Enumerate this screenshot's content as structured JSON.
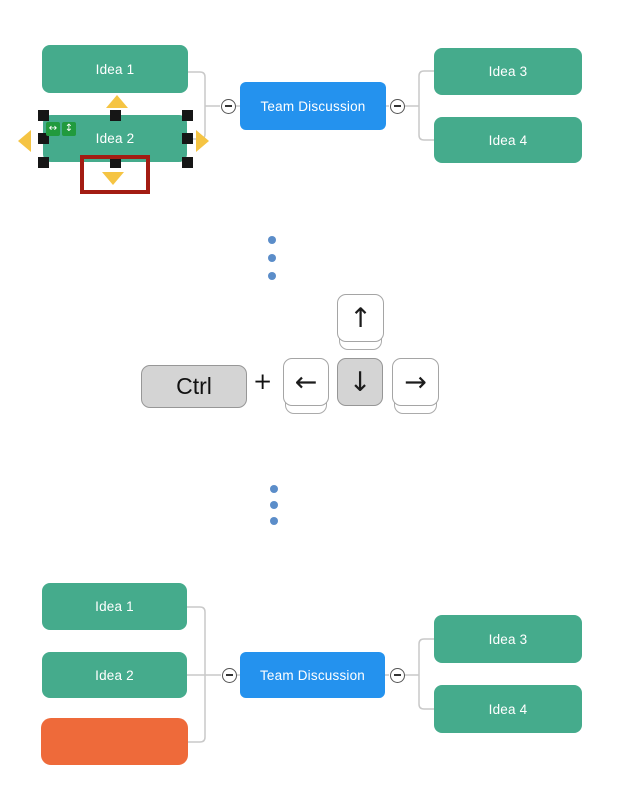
{
  "colors": {
    "node_green": "#45ab8c",
    "node_blue": "#2492ee",
    "node_orange": "#ee6a3a",
    "arrow_yellow": "#f5c443",
    "badge_green": "#219a3d",
    "highlight_red": "#a31c12",
    "dot_blue": "#5b8dc9",
    "key_gray": "#d4d4d4",
    "connector_gray": "#c9c9c9"
  },
  "top_map": {
    "idea1": "Idea 1",
    "idea2": "Idea 2",
    "center": "Team Discussion",
    "idea3": "Idea 3",
    "idea4": "Idea 4",
    "resize_badge_horizontal": "↔",
    "resize_badge_vertical": "↕"
  },
  "keyboard": {
    "ctrl": "Ctrl",
    "plus": "+",
    "up": "↑",
    "down": "↓",
    "left": "←",
    "right": "→"
  },
  "bottom_map": {
    "idea1": "Idea 1",
    "idea2": "Idea 2",
    "center": "Team Discussion",
    "idea3": "Idea 3",
    "idea4": "Idea 4",
    "new_node": ""
  }
}
